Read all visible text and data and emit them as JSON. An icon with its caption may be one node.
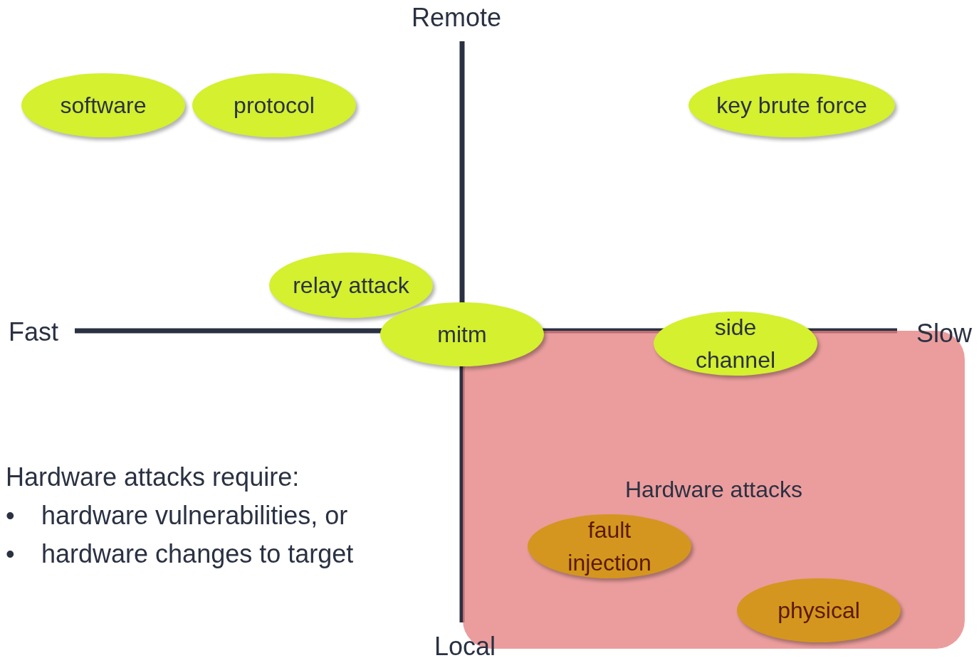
{
  "diagram": {
    "nodes": [
      {
        "text": [
          "software"
        ]
      },
      {
        "text": [
          "protocol"
        ]
      },
      {
        "text": [
          "key brute force"
        ]
      },
      {
        "text": [
          "relay attack"
        ]
      },
      {
        "text": [
          "mitm"
        ]
      },
      {
        "text": [
          "side channel"
        ]
      },
      {
        "text": [
          "Hardware attacks"
        ]
      },
      {
        "text": [
          "fault injection"
        ],
        "in": 6
      },
      {
        "text": [
          "physical"
        ],
        "in": 6
      }
    ],
    "labels": [
      "Remote",
      "Fast",
      "Slow",
      "Hardware attacks require:",
      "•",
      "hardware vulnerabilities, or",
      "•",
      "hardware changes to target",
      "Local"
    ]
  }
}
